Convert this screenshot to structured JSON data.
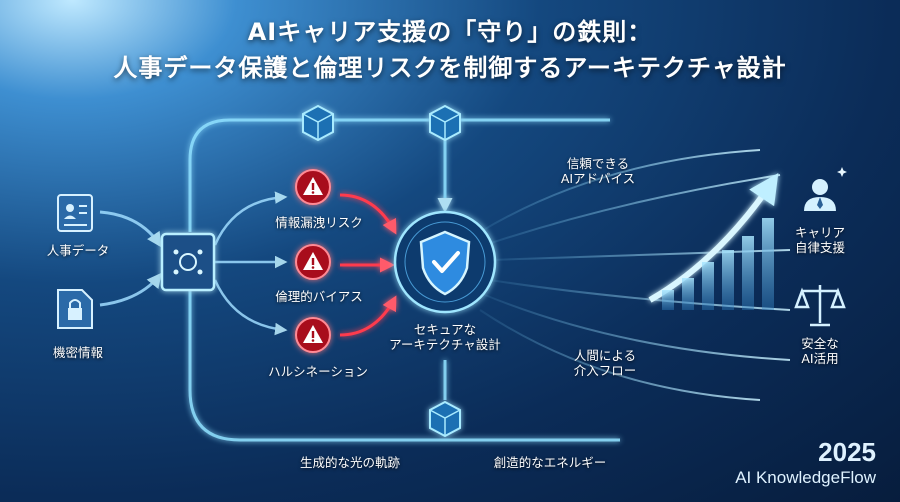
{
  "title": {
    "line1": "AIキャリア支援の「守り」の鉄則：",
    "line2": "人事データ保護と倫理リスクを制御するアーキテクチャ設計"
  },
  "inputs": [
    {
      "label": "人事データ",
      "icon": "id-card-icon"
    },
    {
      "label": "機密情報",
      "icon": "lock-document-icon"
    }
  ],
  "risks": [
    {
      "label": "情報漏洩リスク",
      "icon": "warning-icon"
    },
    {
      "label": "倫理的バイアス",
      "icon": "warning-icon"
    },
    {
      "label": "ハルシネーション",
      "icon": "warning-icon"
    }
  ],
  "center": {
    "label_line1": "セキュアな",
    "label_line2": "アーキテクチャ設計",
    "icon": "shield-check-icon"
  },
  "flows": {
    "advice_line1": "信頼できる",
    "advice_line2": "AIアドバイス",
    "human_line1": "人間による",
    "human_line2": "介入フロー"
  },
  "outputs": [
    {
      "label_line1": "キャリア",
      "label_line2": "自律支援",
      "icon": "person-icon"
    },
    {
      "label_line1": "安全な",
      "label_line2": "AI活用",
      "icon": "scales-icon"
    }
  ],
  "bottom": {
    "left": "生成的な光の軌跡",
    "right": "創造的なエネルギー"
  },
  "brand": {
    "year": "2025",
    "name": "AI KnowledgeFlow"
  },
  "colors": {
    "glow": "#7fd6ff",
    "risk": "#e0283c",
    "accent": "#9fe6ff"
  }
}
